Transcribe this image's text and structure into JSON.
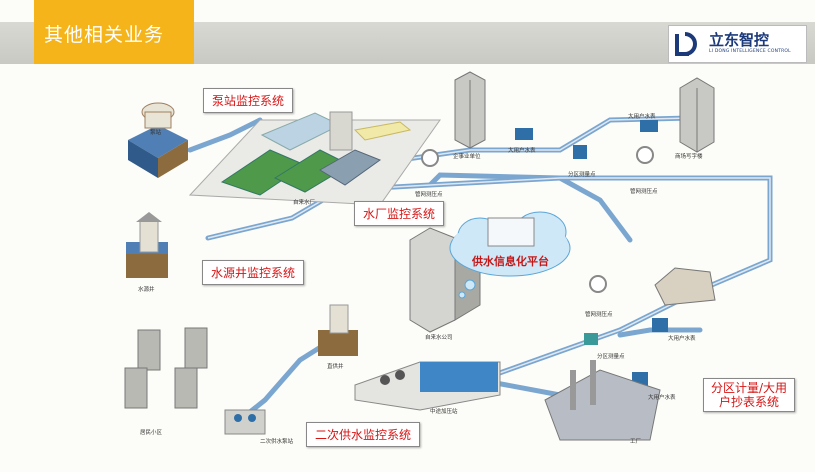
{
  "header": {
    "title": "其他相关业务"
  },
  "logo": {
    "name": "立东智控",
    "subtitle": "LI DONG INTELLIGENCE CONTROL"
  },
  "callouts": {
    "pump_station": "泵站监控系统",
    "water_plant": "水厂监控系统",
    "water_well": "水源井监控系统",
    "secondary_supply": "二次供水监控系统",
    "zone_metering_line1": "分区计量/大用",
    "zone_metering_line2": "户抄表系统",
    "platform": "供水信息化平台"
  },
  "labels": {
    "pump_top": "泵站",
    "water_plant": "自来水厂",
    "water_well": "水源井",
    "enterprise": "企事业单位",
    "big_user_meter_1": "大用户水表",
    "big_user_meter_2": "大用户水表",
    "big_user_meter_3": "大用户水表",
    "big_user_meter_4": "大用户水表",
    "zone_point_1": "分区测量点",
    "zone_point_2": "分区测量点",
    "mall": "商场写字楼",
    "pipe_pressure_1": "管网测压点",
    "pipe_pressure_2": "管网测压点",
    "pipe_pressure_3": "管网测压点",
    "water_company": "自来水公司",
    "direct_well": "直供井",
    "residential": "居民小区",
    "secondary_station": "二次供水泵站",
    "mid_pump": "中途加压站",
    "factory": "工厂"
  }
}
